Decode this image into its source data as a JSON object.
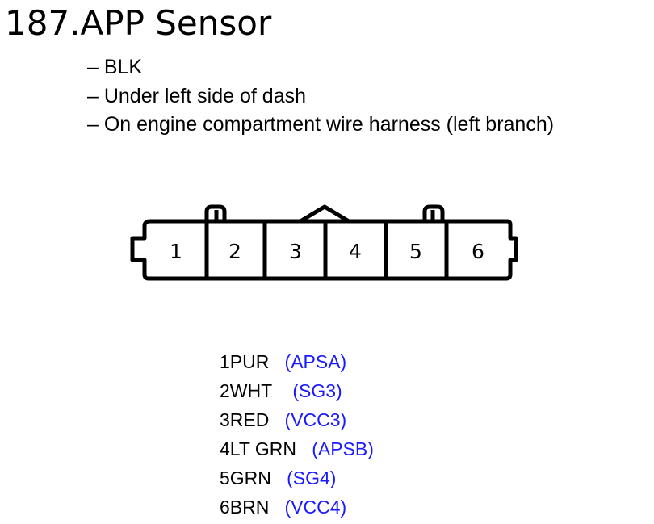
{
  "title": "187.APP Sensor",
  "notes": [
    "– BLK",
    "– Under left side of dash",
    "– On engine compartment wire harness (left branch)"
  ],
  "connector": {
    "terminals": [
      "1",
      "2",
      "3",
      "4",
      "5",
      "6"
    ]
  },
  "pins": [
    {
      "label": "1PUR",
      "signal": "(APSA)",
      "gap": "   "
    },
    {
      "label": "2WHT",
      "signal": "(SG3)",
      "gap": "    "
    },
    {
      "label": "3RED",
      "signal": "(VCC3)",
      "gap": "   "
    },
    {
      "label": "4LT GRN",
      "signal": "(APSB)",
      "gap": "   "
    },
    {
      "label": "5GRN",
      "signal": "(SG4)",
      "gap": "   "
    },
    {
      "label": "6BRN",
      "signal": "(VCC4)",
      "gap": "   "
    }
  ],
  "colors": {
    "signal": "#1a1aff",
    "line": "#000000"
  }
}
